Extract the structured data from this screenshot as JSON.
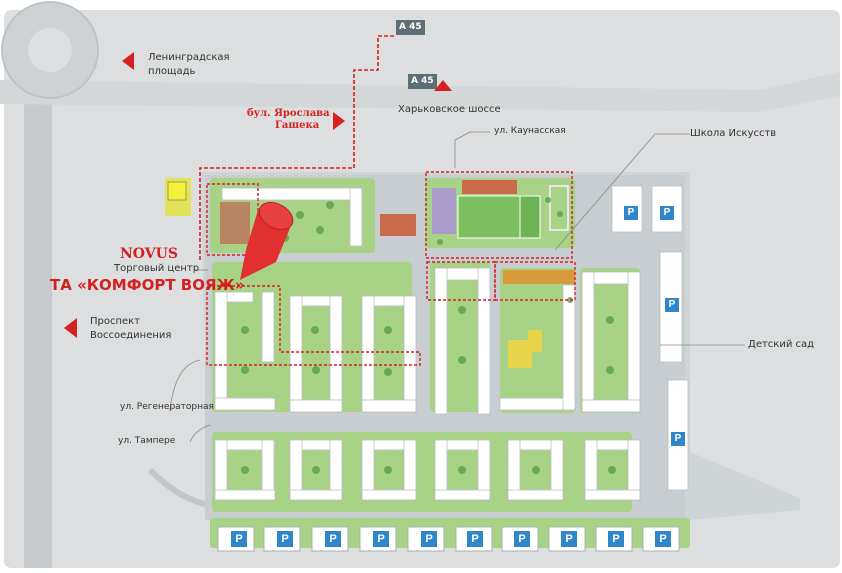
{
  "roads": {
    "leningradskaya": "Ленинградская площадь",
    "leningradskaya_line1": "Ленинградская",
    "leningradskaya_line2": "площадь",
    "kharkovskoe": "Харьковское шоссе",
    "kaunasskaya": "ул. Каунасская",
    "gashek_line1": "бул. Ярослава",
    "gashek_line2": "Гашека",
    "vossoedineniya_line1": "Проспект",
    "vossoedineniya_line2": "Воссоединения",
    "regeneratornaya": "ул. Регенераторная",
    "tampere": "ул. Тампере",
    "route_sign_1": "А 45",
    "route_sign_2": "А 45"
  },
  "pois": {
    "school": "Школа Искусств",
    "kindergarten": "Детский сад",
    "novus": "NOVUS",
    "trade_center": "Торговый центр",
    "mall": "ТА «КОМФОРТ ВОЯЖ»"
  },
  "parking_label": "P",
  "colors": {
    "accent_red": "#d62020",
    "route_sign": "#5c6f75",
    "parking_blue": "#2f86c8",
    "grass": "#9fd07a",
    "road": "#c9cfd2"
  }
}
